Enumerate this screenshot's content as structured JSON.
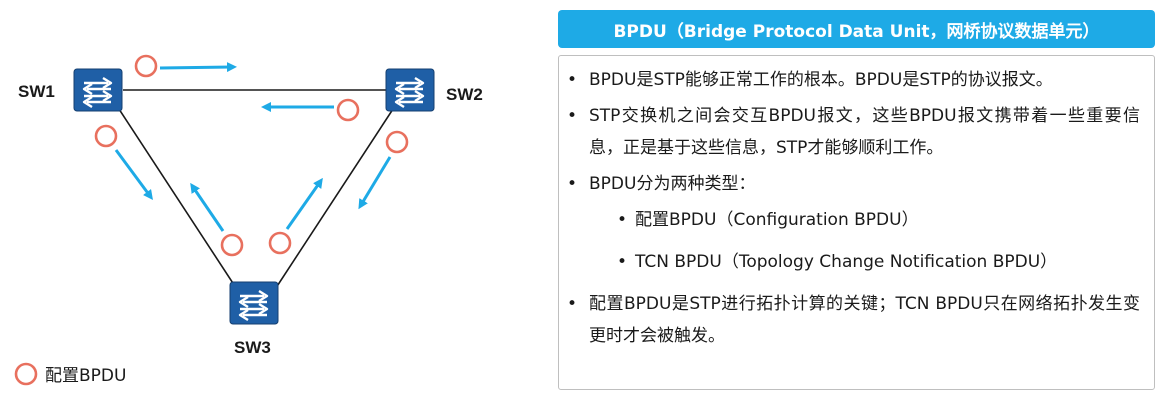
{
  "diagram": {
    "switches": [
      {
        "id": "sw1",
        "label": "SW1"
      },
      {
        "id": "sw2",
        "label": "SW2"
      },
      {
        "id": "sw3",
        "label": "SW3"
      }
    ],
    "legend": {
      "label": "配置BPDU"
    },
    "colors": {
      "switch_fill": "#1f5fa6",
      "arrow": "#1eaae6",
      "bpdu_marker": "#e8705e",
      "link": "#1a1a1a"
    }
  },
  "panel": {
    "title": "BPDU（Bridge Protocol Data Unit，网桥协议数据单元）",
    "title_color": "#1eaae6",
    "bullets": [
      {
        "level": 1,
        "text": "BPDU是STP能够正常工作的根本。BPDU是STP的协议报文。"
      },
      {
        "level": 1,
        "text": "STP交换机之间会交互BPDU报文，这些BPDU报文携带着一些重要信息，正是基于这些信息，STP才能够顺利工作。"
      },
      {
        "level": 1,
        "text": "BPDU分为两种类型："
      },
      {
        "level": 2,
        "text": "配置BPDU（Configuration BPDU）"
      },
      {
        "level": 2,
        "text": "TCN BPDU（Topology Change Notification BPDU）"
      },
      {
        "level": 1,
        "text": "配置BPDU是STP进行拓扑计算的关键；TCN BPDU只在网络拓扑发生变更时才会被触发。"
      }
    ]
  }
}
